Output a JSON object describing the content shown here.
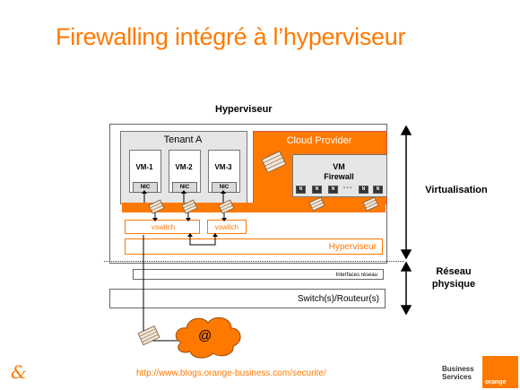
{
  "title": "Firewalling intégré à l’hyperviseur",
  "diagram": {
    "hyperviseur_top": "Hyperviseur",
    "tenant_label": "Tenant A",
    "vms": [
      {
        "name": "VM-1",
        "nic": "NIC"
      },
      {
        "name": "VM-2",
        "nic": "NIC"
      },
      {
        "name": "VM-3",
        "nic": "NIC"
      }
    ],
    "cloud_provider_label": "Cloud Provider",
    "vm_firewall": {
      "line1": "VM",
      "line2": "Firewall"
    },
    "nic_squares": [
      "N",
      "N",
      "N",
      "N",
      "N"
    ],
    "nic_dots": "- - -",
    "vswitch_labels": [
      "vswitch",
      "vswitch"
    ],
    "hyperviseur_bar": "Hyperviseur",
    "interfaces_label": "Interfaces réseau",
    "switch_label": "Switch(s)/Routeur(s)",
    "internet_label": "@",
    "side_labels": {
      "virtualisation": "Virtualisation",
      "reseau_line1": "Réseau",
      "reseau_line2": "physique"
    }
  },
  "footer": {
    "url": "http://www.blogs.orange-business.com/securite/",
    "amp": "&",
    "brand_line1": "Business",
    "brand_line2": "Services",
    "logo_text": "orange"
  },
  "colors": {
    "accent": "#ff7900",
    "box_gray": "#e6e6e6"
  }
}
